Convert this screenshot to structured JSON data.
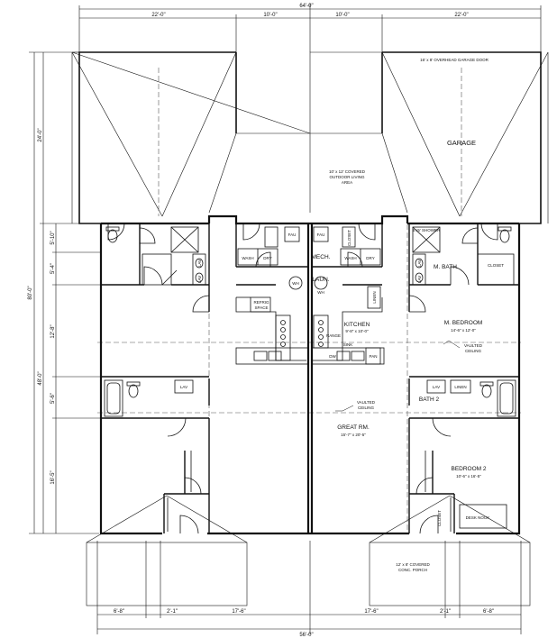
{
  "dimensions": {
    "overall_top": "64'-0\"",
    "top_left_garage": "22'-0\"",
    "top_center_left": "10'-0\"",
    "top_center_right": "10'-0\"",
    "top_right_garage": "22'-0\"",
    "left_overall": "80'-0\"",
    "left_garage_depth": "24'-0\"",
    "left_living_depth": "48'-0\"",
    "left_seg_1": "5'-10\"",
    "left_seg_2": "5'-4\"",
    "left_seg_3": "12'-8\"",
    "left_seg_4": "5'-6\"",
    "left_seg_5": "16'-5\"",
    "bottom_overall": "56'-0\"",
    "bottom_1": "6'-8\"",
    "bottom_2": "2'-1\"",
    "bottom_3": "17'-6\"",
    "bottom_4": "17'-6\"",
    "bottom_5": "2'-1\"",
    "bottom_6": "6'-8\""
  },
  "rooms": {
    "garage": "GARAGE",
    "garage_door": "16' x 8' OVERHEAD GARAGE DOOR",
    "outdoor_line1": "10' x 12' COVERED",
    "outdoor_line2": "OUTDOOR LIVING",
    "outdoor_line3": "AREA",
    "fau": "FAU",
    "closet": "CLOSET",
    "wash": "WASH",
    "dry": "DRY",
    "mech": "MECH.",
    "laun": "LAUN.",
    "wh": "WH",
    "m_bath": "M. BATH",
    "shower": "5'x5' SHOWER",
    "lav": "LAV",
    "linen": "LINEN",
    "kitchen": "KITCHEN",
    "kitchen_size": "9'-8\" x 10'-0\"",
    "refrig_1": "REFRIG",
    "refrig_2": "SPACE",
    "range": "RANGE",
    "sink": "SINK",
    "dw": "DW",
    "pan": "PAN",
    "m_bedroom": "M. BEDROOM",
    "m_bedroom_size": "14'-6\" x 12'-0\"",
    "vaulted_1": "VAULTED",
    "vaulted_2": "CEILING",
    "bath2": "BATH 2",
    "great_rm": "GREAT RM.",
    "great_rm_size": "15'-7\" x 20'-5\"",
    "bedroom2": "BEDROOM 2",
    "bedroom2_size": "10'-6\" x 16'-5\"",
    "desk_nook": "DESK NOOK",
    "porch_line1": "12' x 8' COVERED",
    "porch_line2": "CONC. PORCH"
  },
  "colors": {
    "line": "#111111",
    "paper": "#ffffff"
  }
}
